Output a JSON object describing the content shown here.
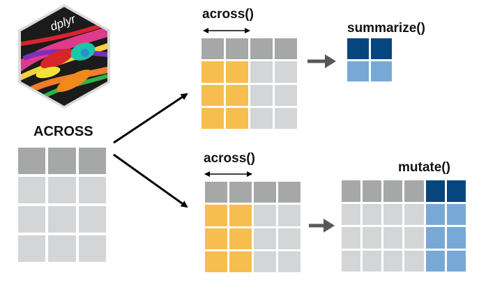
{
  "logo": {
    "text": "dplyr"
  },
  "main": {
    "title": "ACROSS"
  },
  "top": {
    "label": "across()",
    "result_label": "summarize()"
  },
  "bottom": {
    "label": "across()",
    "result_label": "mutate()"
  },
  "colors": {
    "header_gray": "#a6a8a7",
    "body_gray": "#d4d5d6",
    "selected_yellow": "#f7bd4f",
    "result_dark_blue": "#06467f",
    "result_light_blue": "#78a9d6"
  }
}
